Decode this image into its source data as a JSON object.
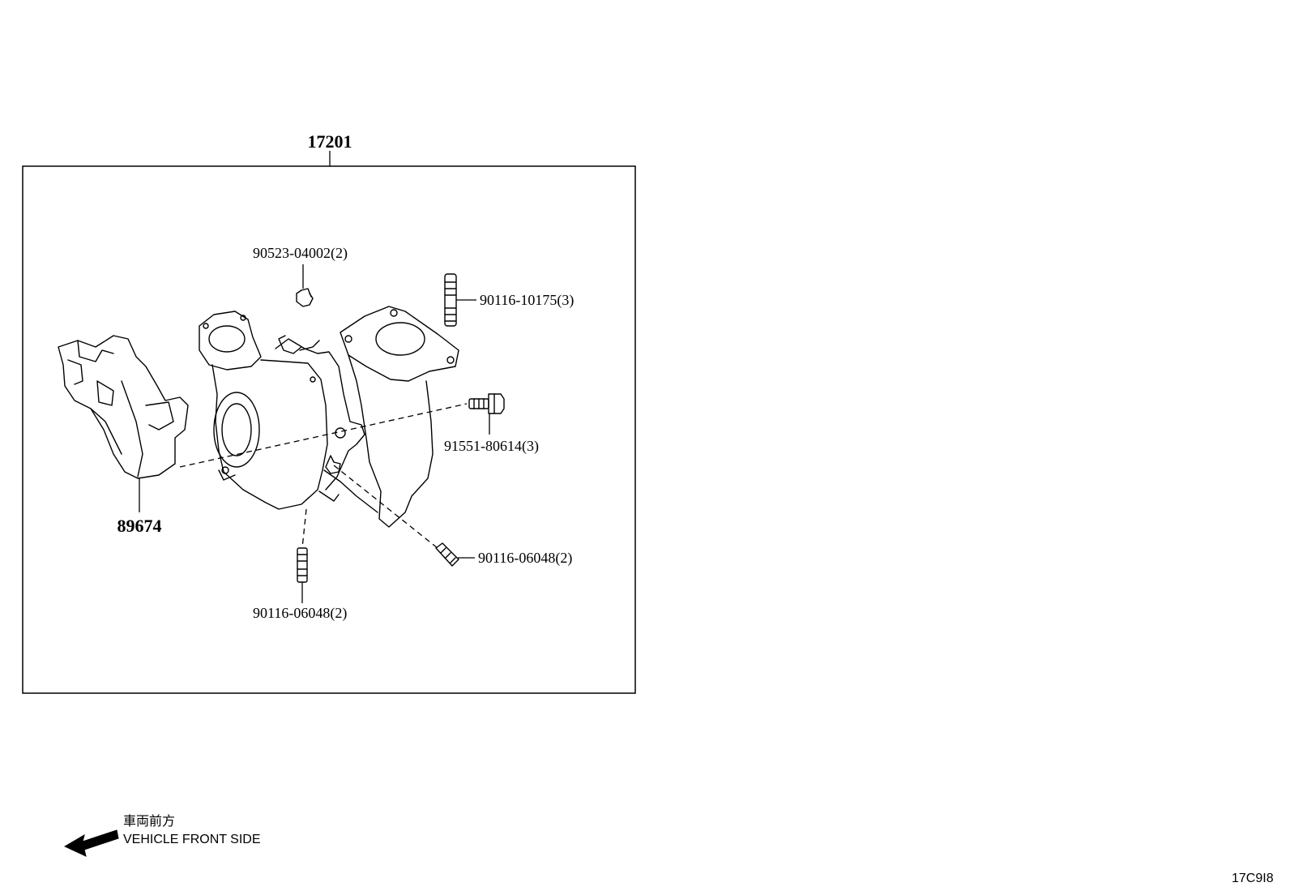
{
  "assembly": {
    "part_no": "17201"
  },
  "callouts": {
    "gasket_89674": "89674",
    "nut_90523": "90523-04002(2)",
    "stud_90116_10175": "90116-10175(3)",
    "bolt_91551": "91551-80614(3)",
    "stud_90116_06048_right": "90116-06048(2)",
    "stud_90116_06048_bottom": "90116-06048(2)"
  },
  "direction": {
    "label_jp": "車両前方",
    "label_en": "VEHICLE FRONT SIDE"
  },
  "figure_code": "17C9I8"
}
